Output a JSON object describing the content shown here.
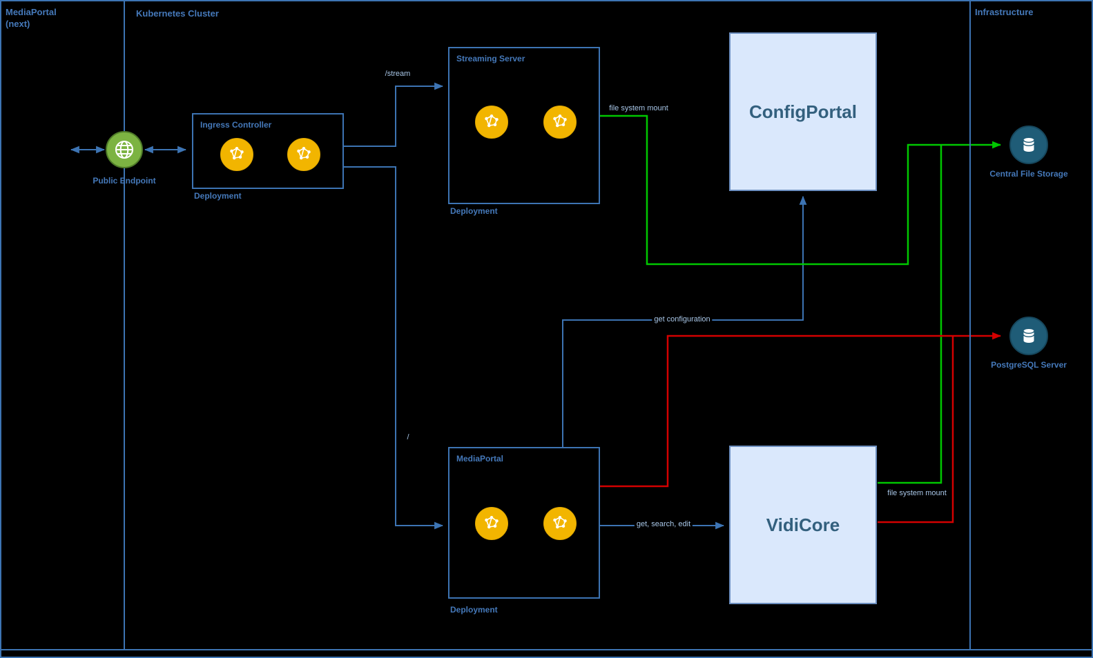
{
  "lanes": {
    "mediaportal_next": {
      "title": "MediaPortal (next)"
    },
    "kubernetes_cluster": {
      "title": "Kubernetes Cluster"
    },
    "infrastructure": {
      "title": "Infrastructure"
    }
  },
  "nodes": {
    "public_endpoint": {
      "label": "Public Endpoint"
    },
    "ingress_controller": {
      "title": "Ingress Controller",
      "type_label": "Deployment"
    },
    "streaming_server": {
      "title": "Streaming Server",
      "type_label": "Deployment"
    },
    "mediaportal": {
      "title": "MediaPortal",
      "type_label": "Deployment"
    },
    "configportal": {
      "label": "ConfigPortal"
    },
    "vidicore": {
      "label": "VidiCore"
    },
    "central_file_storage": {
      "label": "Central File Storage"
    },
    "postgresql_server": {
      "label": "PostgreSQL Server"
    }
  },
  "edge_labels": {
    "stream_path": "/stream",
    "root_path": "/",
    "fs_mount_streaming": "file system mount",
    "fs_mount_vidicore": "file system mount",
    "get_configuration": "get configuration",
    "get_search_edit": "get, search, edit"
  },
  "colors": {
    "background": "#000000",
    "frame": "#3d74b3",
    "label_blue": "#4579ba",
    "edge_label_blue": "#a9c7e8",
    "edge_blue": "#3d74b3",
    "edge_green": "#00c800",
    "edge_red": "#d40000",
    "pod_yellow": "#f2b500",
    "pod_border": "#e0a800",
    "endpoint_green": "#7cb342",
    "endpoint_border": "#4e7a28",
    "box_fill": "#dae8fc",
    "box_border": "#6c8ebf",
    "box_text": "#33607e",
    "db_fill": "#1f5c77",
    "db_border": "#16475d"
  }
}
